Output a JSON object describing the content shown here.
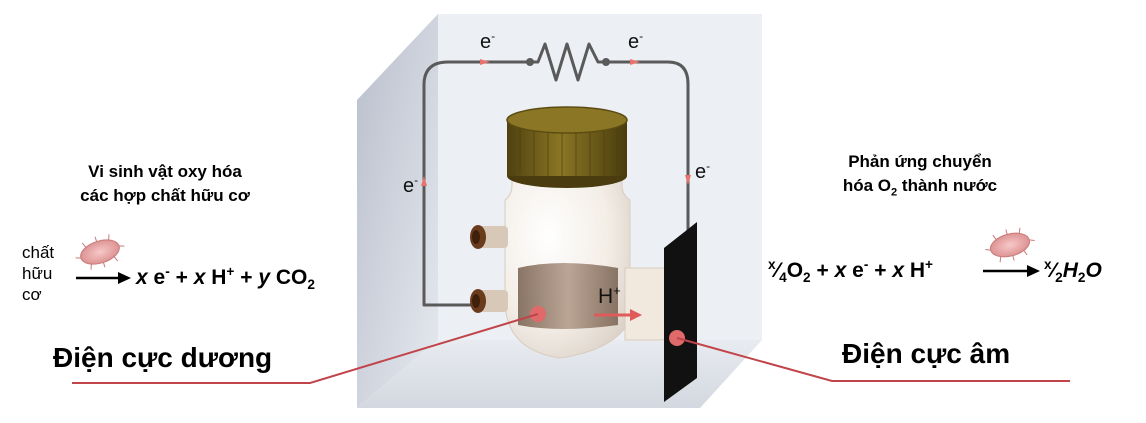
{
  "left": {
    "caption_line1": "Vi sinh vật oxy hóa",
    "caption_line2": "các hợp chất hữu cơ",
    "substrate_lines": [
      "chất",
      "hữu",
      "cơ"
    ],
    "equation": {
      "x1": "x",
      "e": "e",
      "minus": "-",
      "plus1": "+",
      "x2": "x",
      "h": "H",
      "hplus": "+",
      "plus2": "+",
      "y": "y",
      "co": "CO",
      "co_sub": "2"
    },
    "electrode_label": "Điện cực dương"
  },
  "right": {
    "caption_line1": "Phản ứng chuyển",
    "caption_line2_pre": "hóa O",
    "caption_line2_sub": "2",
    "caption_line2_post": " thành nước",
    "equation": {
      "frac1_num": "x",
      "frac1_den": "4",
      "o": "O",
      "o_sub": "2",
      "plus1": "+",
      "x1": "x",
      "e": "e",
      "minus": "-",
      "plus2": "+",
      "x2": "x",
      "h": "H",
      "hplus": "+",
      "frac2_num": "x",
      "frac2_den": "2",
      "h2o_h": "H",
      "h2o_sub": "2",
      "h2o_o": "O"
    },
    "electrode_label": "Điện cực âm"
  },
  "circuit": {
    "electron_labels": [
      {
        "text": "e",
        "sup": "-"
      },
      {
        "text": "e",
        "sup": "-"
      },
      {
        "text": "e",
        "sup": "-"
      },
      {
        "text": "e",
        "sup": "-"
      }
    ],
    "proton_label": {
      "text": "H",
      "sup": "+"
    }
  },
  "colors": {
    "box_wall": "#c9ced8",
    "wire": "#5a5a5a",
    "electron_arrow": "#e8736c",
    "proton_arrow": "#e05a5a",
    "pointer_line": "#c0444a",
    "cap": "#6e5c1a",
    "cathode": "#111111",
    "bottle": "#f3ede6",
    "membrane": "#9b8473"
  }
}
